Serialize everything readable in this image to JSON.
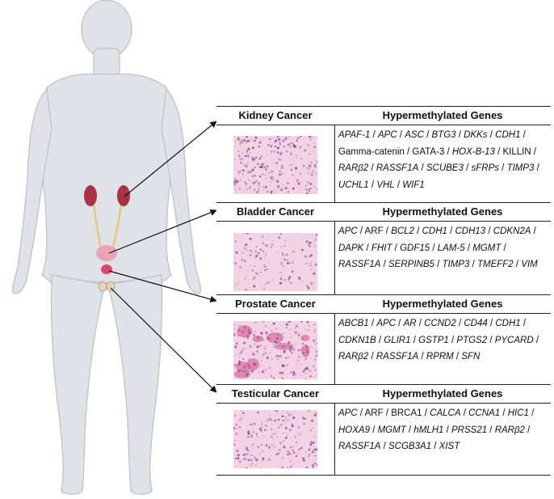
{
  "gene_list_header": "Hypermethylated Genes",
  "colors": {
    "body_fill": "#dfe3e8",
    "body_stroke": "#b9c0c8",
    "kidney": "#a93244",
    "ureter": "#e8c56a",
    "bladder": "#e9a3b4",
    "prostate": "#d9476e",
    "testis": "#e9d2b8",
    "histology_pink": "#f3d2e4",
    "histology_nuclei": "#7a3d8d"
  },
  "panels": [
    {
      "id": "kidney",
      "title": "Kidney Cancer",
      "histology": "dense",
      "genes": [
        {
          "t": "APAF-1",
          "i": true
        },
        {
          "t": "APC",
          "i": true
        },
        {
          "t": "ASC",
          "i": true
        },
        {
          "t": "BTG3",
          "i": true
        },
        {
          "t": "DKKs",
          "i": true
        },
        {
          "t": "CDH1",
          "i": true
        },
        {
          "t": "Gamma-catenin",
          "i": false
        },
        {
          "t": "GATA-3",
          "i": false
        },
        {
          "t": "HOX-B-13",
          "i": true
        },
        {
          "t": "KILLIN",
          "i": false
        },
        {
          "t": "RARβ2",
          "i": true
        },
        {
          "t": "RASSF1A",
          "i": true
        },
        {
          "t": "SCUBE3",
          "i": true
        },
        {
          "t": "sFRPs",
          "i": true
        },
        {
          "t": "TIMP3",
          "i": true
        },
        {
          "t": "UCHL1",
          "i": true
        },
        {
          "t": "VHL",
          "i": true
        },
        {
          "t": "WIF1",
          "i": true
        }
      ]
    },
    {
      "id": "bladder",
      "title": "Bladder Cancer",
      "histology": "light",
      "genes": [
        {
          "t": "APC",
          "i": true
        },
        {
          "t": "ARF",
          "i": false
        },
        {
          "t": "BCL2",
          "i": true
        },
        {
          "t": "CDH1",
          "i": true
        },
        {
          "t": "CDH13",
          "i": true
        },
        {
          "t": "CDKN2A",
          "i": true
        },
        {
          "t": "DAPK",
          "i": true
        },
        {
          "t": "FHIT",
          "i": true
        },
        {
          "t": "GDF15",
          "i": true
        },
        {
          "t": "LAM-5",
          "i": true
        },
        {
          "t": "MGMT",
          "i": true
        },
        {
          "t": "RASSF1A",
          "i": true
        },
        {
          "t": "SERPINB5",
          "i": true
        },
        {
          "t": "TIMP3",
          "i": true
        },
        {
          "t": "TMEFF2",
          "i": true
        },
        {
          "t": "VIM",
          "i": true
        }
      ]
    },
    {
      "id": "prostate",
      "title": "Prostate Cancer",
      "histology": "glandular",
      "genes": [
        {
          "t": "ABCB1",
          "i": true
        },
        {
          "t": "APC",
          "i": true
        },
        {
          "t": "AR",
          "i": true
        },
        {
          "t": "CCND2",
          "i": true
        },
        {
          "t": "CD44",
          "i": true
        },
        {
          "t": "CDH1",
          "i": true
        },
        {
          "t": "CDKN1B",
          "i": true
        },
        {
          "t": "GLIR1",
          "i": true
        },
        {
          "t": "GSTP1",
          "i": true
        },
        {
          "t": "PTGS2",
          "i": true
        },
        {
          "t": "PYCARD",
          "i": true
        },
        {
          "t": "RARβ2",
          "i": true
        },
        {
          "t": "RASSF1A",
          "i": true
        },
        {
          "t": "RPRM",
          "i": true
        },
        {
          "t": "SFN",
          "i": true
        }
      ]
    },
    {
      "id": "testicular",
      "title": "Testicular Cancer",
      "histology": "medium",
      "genes": [
        {
          "t": "APC",
          "i": true
        },
        {
          "t": "ARF",
          "i": false
        },
        {
          "t": "BRCA1",
          "i": false
        },
        {
          "t": "CALCA",
          "i": true
        },
        {
          "t": "CCNA1",
          "i": true
        },
        {
          "t": "HIC1",
          "i": true
        },
        {
          "t": "HOXA9",
          "i": true
        },
        {
          "t": "MGMT",
          "i": true
        },
        {
          "t": "hMLH1",
          "i": true
        },
        {
          "t": "PRSS21",
          "i": true
        },
        {
          "t": "RARβ2",
          "i": true
        },
        {
          "t": "RASSF1A",
          "i": true
        },
        {
          "t": "SCGB3A1",
          "i": true
        },
        {
          "t": "XIST",
          "i": true
        }
      ]
    }
  ]
}
